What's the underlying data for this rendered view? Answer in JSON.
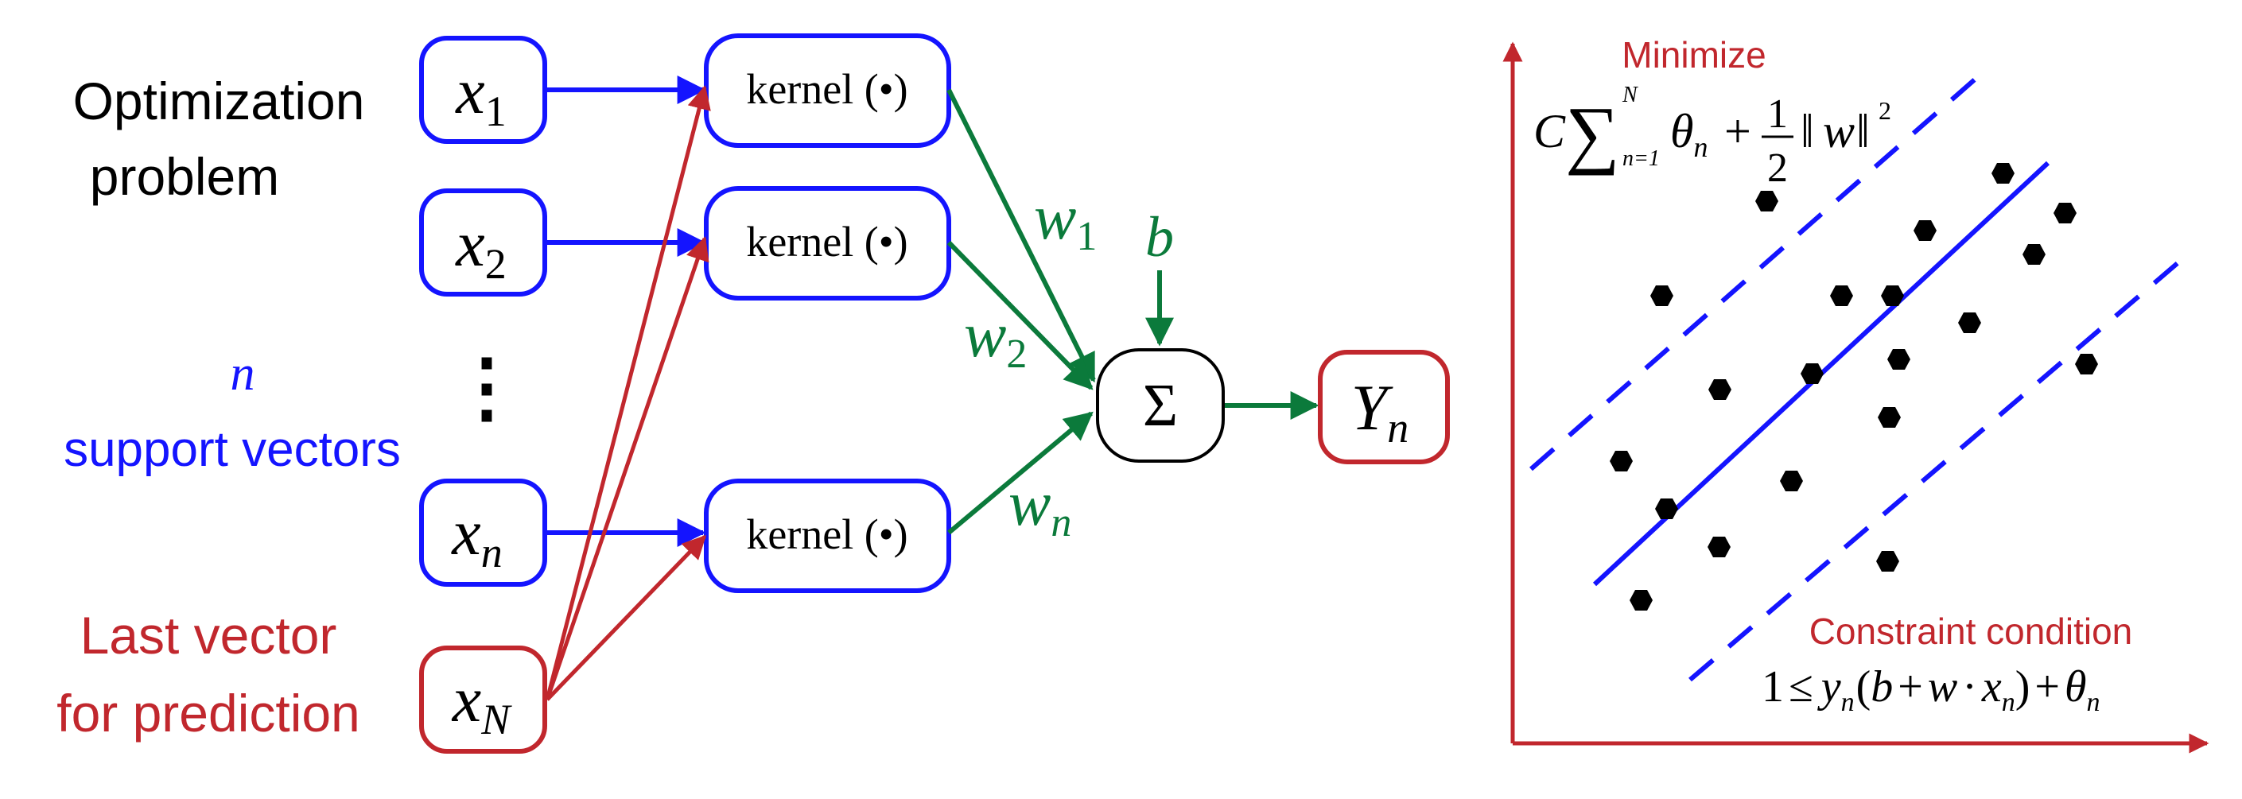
{
  "colors": {
    "blue": "#1414ff",
    "red": "#c1272d",
    "green": "#0b7a3b",
    "black": "#000000"
  },
  "left_labels": {
    "optimization_line1": "Optimization",
    "optimization_line2": "problem",
    "n_label": "n",
    "support_vectors": "support vectors",
    "last_vector_line1": "Last vector",
    "last_vector_line2": "for prediction"
  },
  "inputs": [
    {
      "var": "x",
      "sub": "1"
    },
    {
      "var": "x",
      "sub": "2"
    },
    {
      "var": "x",
      "sub": "n"
    },
    {
      "var": "x",
      "sub": "N"
    }
  ],
  "vertical_dots": "⋮",
  "kernels": [
    {
      "label": "kernel (•)"
    },
    {
      "label": "kernel (•)"
    },
    {
      "label": "kernel (•)"
    }
  ],
  "weights": [
    {
      "var": "w",
      "sub": "1"
    },
    {
      "var": "w",
      "sub": "2"
    },
    {
      "var": "w",
      "sub": "n"
    }
  ],
  "bias": "b",
  "sum_symbol": "Σ",
  "output": {
    "var": "Y",
    "sub": "n"
  },
  "right_panel": {
    "minimize_title": "Minimize",
    "objective": {
      "C": "C",
      "sum": "∑",
      "upper": "N",
      "lower": "n=1",
      "theta": "θ",
      "theta_sub": "n",
      "plus": "+",
      "num": "1",
      "den": "2",
      "norm_open": "‖",
      "w": "w",
      "norm_close": "‖",
      "power": "2"
    },
    "constraint_title": "Constraint condition",
    "constraint": {
      "one": "1",
      "leq": "≤",
      "y": "y",
      "y_sub": "n",
      "open": "(",
      "b": "b",
      "plus1": "+",
      "w": "w",
      "dot": "·",
      "x": "x",
      "x_sub": "n",
      "close": ")",
      "plus2": "+",
      "theta": "θ",
      "theta_sub": "n"
    }
  }
}
